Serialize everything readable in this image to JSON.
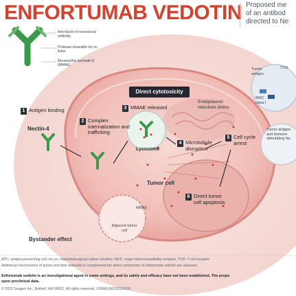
{
  "header": {
    "title": "ENFORTUMAB VEDOTIN",
    "subtitle_lines": [
      "Proposed me",
      "of an antibod",
      "directed to Ne"
    ]
  },
  "legend": {
    "items": [
      "Anti-Nectin-4 monoclonal antibody",
      "Protease-cleavable mc-vc linker",
      "Monomethyl auristatin E (MMAE)"
    ]
  },
  "steps": [
    {
      "num": "1",
      "label": "Antigen binding"
    },
    {
      "num": "2",
      "label": "Complex internalization and trafficking"
    },
    {
      "num": "3",
      "label": "MMAE released"
    },
    {
      "num": "4",
      "label": "Microtubule disruption"
    },
    {
      "num": "5",
      "label": "Cell cycle arrest"
    },
    {
      "num": "6",
      "label": "Direct tumor cell apoptosis"
    }
  ],
  "labels": {
    "nectin": "Nectin-4",
    "direct_cytotoxicity": "Direct cytotoxicity",
    "er_stress": "Endoplasmic reticulum stress",
    "lysosome": "Lysosome",
    "tumor_cell": "Tumor cell",
    "mmae": "MMAE",
    "adjacent": "Adjacent tumor cell",
    "bystander": "Bystander effect",
    "tumor_antigen": "Tumor antigen",
    "tcr": "TCR",
    "mhc": "MHC class I",
    "tumor_antigen_release": "Tumor antigen and immune stimulating fac"
  },
  "footnotes": {
    "abbreviations": "APC: antigen-presenting cell; mc-vc: maleimidocaproyl-valine-citrulline; MHC: major histocompatibility complex; TCR: T-cell receptor",
    "additional": "Additional mechanisms of action and their potential to complement the direct cytotoxicity of enfortumab vedotin are unknown.",
    "disclaimer": "Enfortumab vedotin is an investigational agent in some settings, and its safety and efficacy have not been established. The propo",
    "disclaimer2": "upon preclinical data.",
    "copyright": "© 2022 Seagen Inc., Bothell, WA 98021. All rights reserved. USM/EVM/2022/0016"
  },
  "colors": {
    "title": "#d7402c",
    "antibody": "#3a9a4a",
    "cell": "#f3c9c4",
    "cell_dark": "#e79c96",
    "lysosome": "#e9f3ec",
    "dark_box": "#24272e"
  }
}
